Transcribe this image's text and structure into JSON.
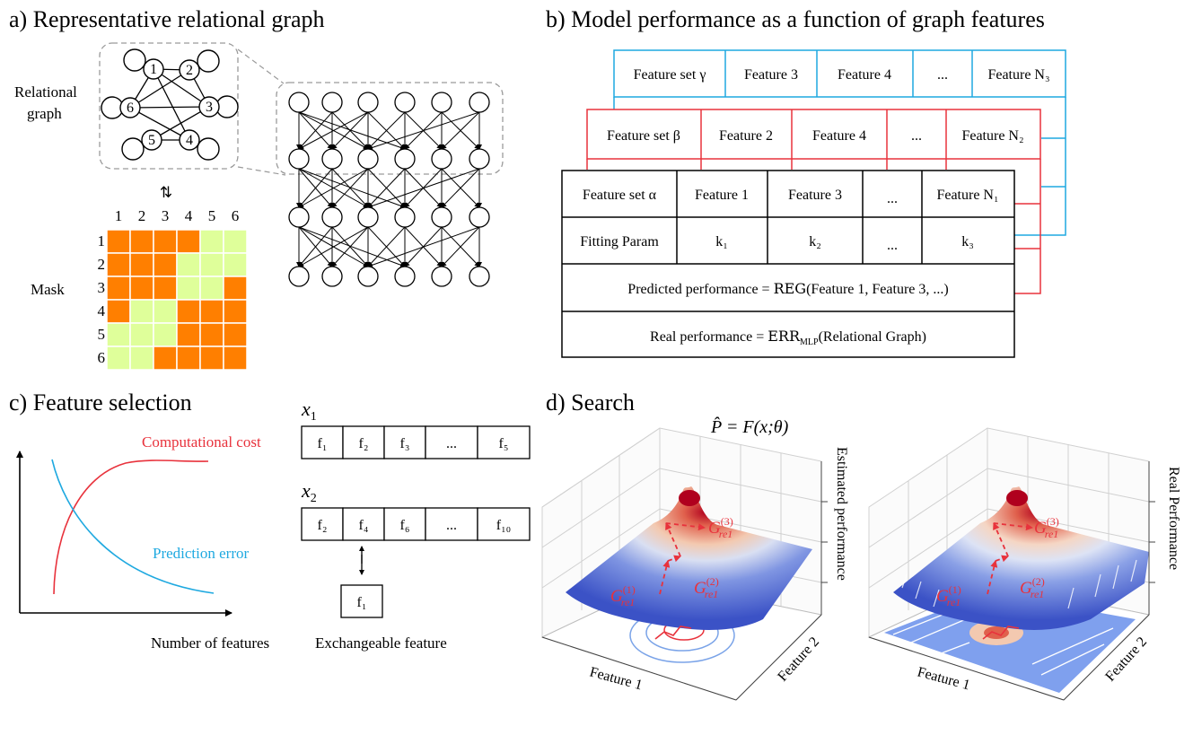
{
  "colors": {
    "mask_orange": "#ff7f00",
    "mask_green": "#dfff9a",
    "table_red": "#e8323c",
    "table_blue": "#1fa9e0",
    "computational_cost": "#e8323c",
    "prediction_error": "#1fa9e0",
    "search_path": "#e8323c",
    "surface_high": "#c8102e",
    "surface_low": "#3b52c6"
  },
  "panel_a": {
    "title": "a) Representative relational graph",
    "relational_graph_label_1": "Relational",
    "relational_graph_label_2": "graph",
    "mask_label": "Mask",
    "nodes": [
      "1",
      "2",
      "3",
      "4",
      "5",
      "6"
    ],
    "swap_arrow": "⇅",
    "mask_columns": [
      "1",
      "2",
      "3",
      "4",
      "5",
      "6"
    ],
    "mask_rows": [
      "1",
      "2",
      "3",
      "4",
      "5",
      "6"
    ],
    "mask": [
      [
        1,
        1,
        1,
        1,
        0,
        0
      ],
      [
        1,
        1,
        1,
        0,
        0,
        0
      ],
      [
        1,
        1,
        1,
        0,
        0,
        1
      ],
      [
        1,
        0,
        0,
        1,
        1,
        1
      ],
      [
        0,
        0,
        0,
        1,
        1,
        1
      ],
      [
        0,
        0,
        1,
        1,
        1,
        1
      ]
    ]
  },
  "panel_b": {
    "title": "b) Model performance as a function of graph features",
    "gamma_row": [
      "Feature set γ",
      "Feature 3",
      "Feature 4",
      "...",
      "Feature N₃"
    ],
    "beta_row": [
      "Feature set β",
      "Feature 2",
      "Feature 4",
      "...",
      "Feature N₂"
    ],
    "alpha_features": [
      "Feature set α",
      "Feature 1",
      "Feature 3",
      "...",
      "Feature N₁"
    ],
    "alpha_params": [
      "Fitting Param",
      "k₁",
      "k₂",
      "...",
      "k₃"
    ],
    "predicted_prefix": "Predicted performance = ",
    "predicted_func": "REG",
    "predicted_args": "(Feature 1, Feature 3, ...)",
    "real_prefix": "Real performance = ",
    "real_func": "ERR",
    "real_sub": "MLP",
    "real_args": "(Relational Graph)"
  },
  "panel_c": {
    "title": "c) Feature selection",
    "computational_cost_label": "Computational cost",
    "prediction_error_label": "Prediction error",
    "x_axis_label": "Number of features",
    "x1_label": "x",
    "x1_sub": "1",
    "x1_cells": [
      "f₁",
      "f₂",
      "f₃",
      "...",
      "f₅"
    ],
    "x2_label": "x",
    "x2_sub": "2",
    "x2_cells": [
      "f₂",
      "f₄",
      "f₆",
      "...",
      "f₁₀"
    ],
    "exchange_cell": "f₁",
    "exchangeable_label": "Exchangeable feature"
  },
  "panel_d": {
    "title": "d) Search",
    "formula": "P̂ = F(x;θ)",
    "left_z_label": "Estimated performance",
    "right_z_label": "Real Performance",
    "feature1_label": "Feature 1",
    "feature2_label": "Feature 2",
    "g_base": "G",
    "g_sub": "re1",
    "g1_sup": "(1)",
    "g2_sup": "(2)",
    "g3_sup": "(3)"
  }
}
